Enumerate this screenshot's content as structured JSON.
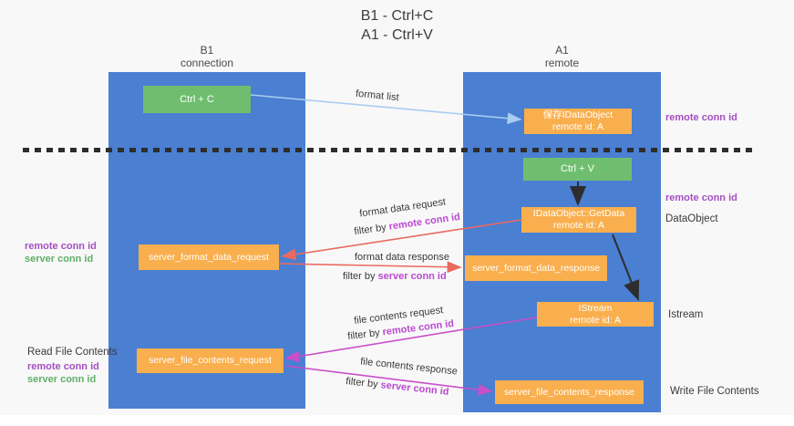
{
  "title": {
    "line1": "B1 - Ctrl+C",
    "line2": "A1 - Ctrl+V"
  },
  "columns": {
    "left": {
      "title": "B1",
      "subtitle": "connection"
    },
    "right": {
      "title": "A1",
      "subtitle": "remote"
    }
  },
  "boxes": {
    "ctrl_c": {
      "label": "Ctrl + C"
    },
    "save_idataobject": {
      "line1": "保存IDataObject",
      "line2": "remote id: A"
    },
    "ctrl_v": {
      "label": "Ctrl + V"
    },
    "getdata": {
      "line1": "IDataObject::GetData",
      "line2": "remote id: A"
    },
    "server_format_data_request": {
      "label": "server_format_data_request"
    },
    "server_format_data_response": {
      "label": "server_format_data_response"
    },
    "istream": {
      "line1": "IStream",
      "line2": "remote id: A"
    },
    "server_file_contents_request": {
      "label": "server_file_contents_request"
    },
    "server_file_contents_response": {
      "label": "server_file_contents_response"
    }
  },
  "arrow_labels": {
    "format_list": "format list",
    "format_data_request": "format data request",
    "format_data_response": "format data response",
    "file_contents_request": "file contents request",
    "file_contents_response": "file contents response",
    "filter_by": "filter by ",
    "remote_conn_id": "remote conn id",
    "server_conn_id": "server conn id"
  },
  "side_labels": {
    "remote_conn_id": "remote conn id",
    "server_conn_id": "server conn id",
    "read_file_contents": "Read File Contents",
    "write_file_contents": "Write File Contents",
    "dataobject": "DataObject",
    "istream": "Istream"
  },
  "colors": {
    "lifeline_blue": "#4a7fd2",
    "box_orange": "#f9af4d",
    "box_green": "#6fbe6f",
    "arrow_light_blue": "#a9cdf0",
    "arrow_red": "#e96a5e",
    "arrow_magenta": "#c84fc8",
    "arrow_black": "#2d2d2d",
    "side_text_purple": "#a44fc0",
    "side_text_green": "#5fae68",
    "middle_text_magenta": "#bb49d2"
  }
}
